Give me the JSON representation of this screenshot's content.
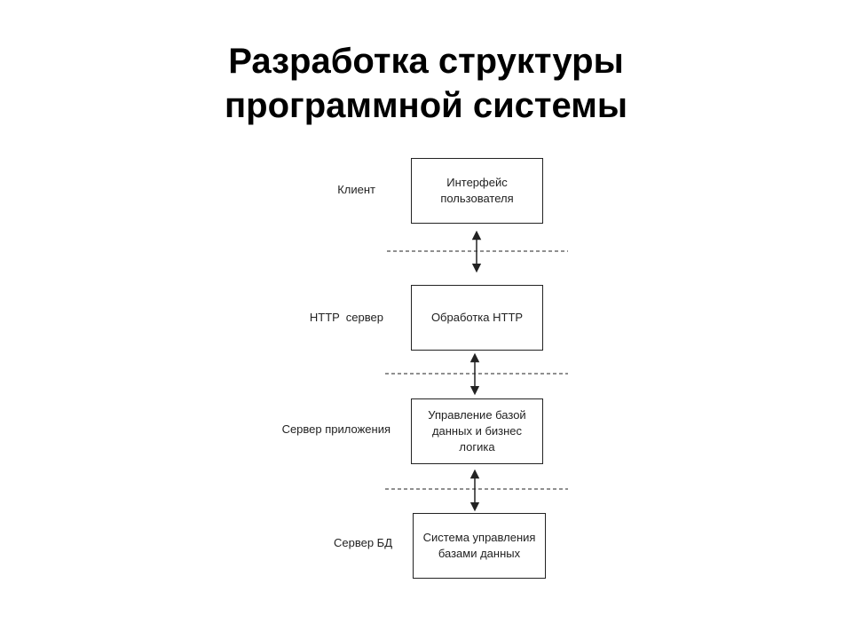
{
  "title": {
    "line1": "Разработка структуры",
    "line2": "программной системы"
  },
  "layers": [
    {
      "label": "Клиент",
      "box": "Интерфейс\nпользователя"
    },
    {
      "label": "HTTP  сервер",
      "box": "Обработка HTTP"
    },
    {
      "label": "Сервер приложения",
      "box": "Управление базой\nданных и бизнес\nлогика"
    },
    {
      "label": "Сервер БД",
      "box": "Система управления\nбазами данных"
    }
  ],
  "colors": {
    "stroke": "#222222",
    "background": "#ffffff"
  }
}
